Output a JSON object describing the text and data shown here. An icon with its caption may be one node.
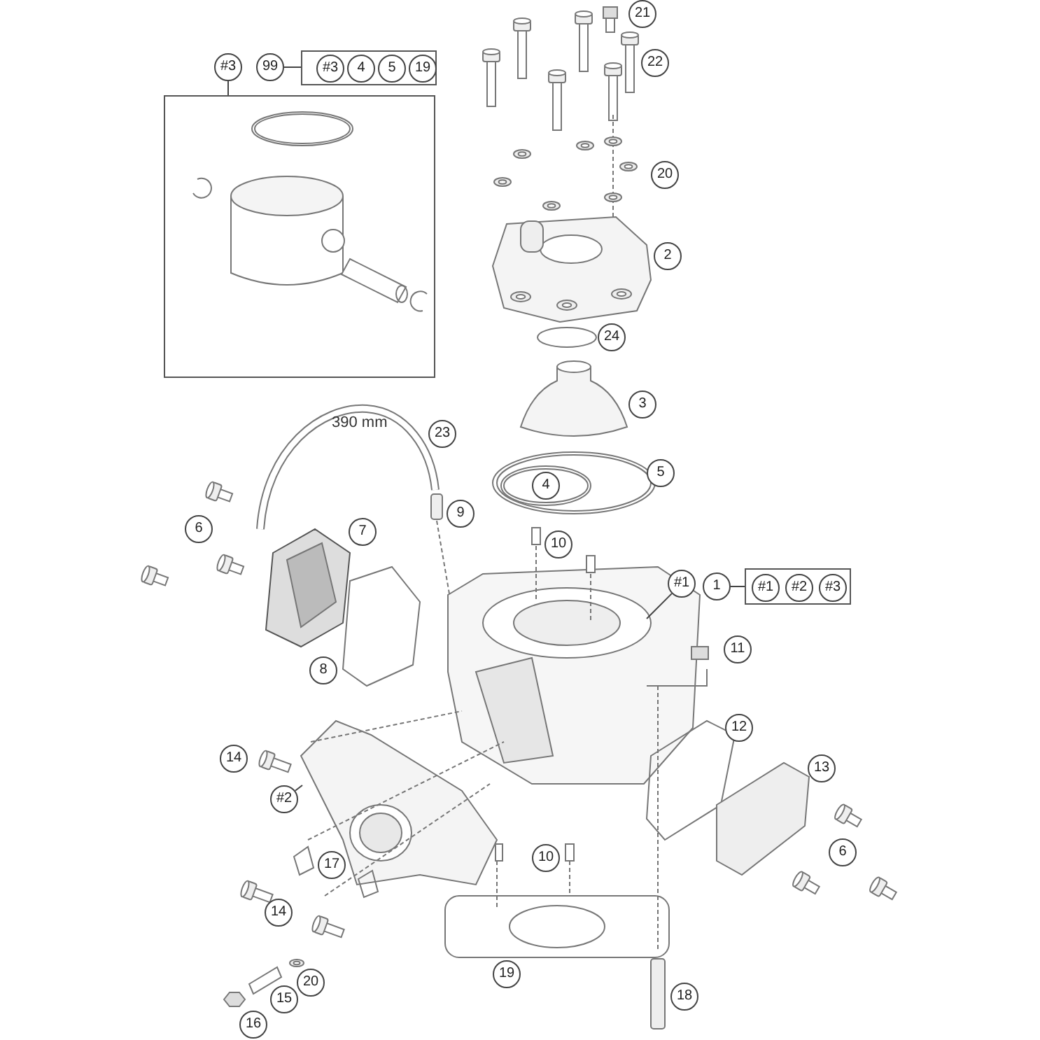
{
  "diagram": {
    "nodes": [
      {
        "text": [
          "#3"
        ]
      },
      {
        "text": [
          "99"
        ]
      },
      {
        "text": [],
        "shape": "box"
      },
      {
        "text": [
          "#3"
        ],
        "in": 2
      },
      {
        "text": [
          "4"
        ],
        "in": 2
      },
      {
        "text": [
          "5"
        ],
        "in": 2
      },
      {
        "text": [
          "19"
        ],
        "in": 2
      },
      {
        "text": [
          "21"
        ]
      },
      {
        "text": [
          "22"
        ]
      },
      {
        "text": [],
        "shape": "box"
      },
      {
        "text": [
          "20"
        ]
      },
      {
        "text": [
          "2"
        ]
      },
      {
        "text": [
          "24"
        ]
      },
      {
        "text": [
          "3"
        ]
      },
      {
        "text": [
          "23"
        ]
      },
      {
        "text": [
          "5"
        ]
      },
      {
        "text": [
          "4"
        ]
      },
      {
        "text": [
          "6"
        ]
      },
      {
        "text": [
          "7"
        ]
      },
      {
        "text": [
          "9"
        ]
      },
      {
        "text": [
          "10"
        ]
      },
      {
        "text": [
          "#1"
        ]
      },
      {
        "text": [
          "1"
        ]
      },
      {
        "text": [],
        "shape": "box"
      },
      {
        "text": [
          "#1"
        ],
        "in": 23
      },
      {
        "text": [
          "#2"
        ],
        "in": 23
      },
      {
        "text": [
          "#3"
        ],
        "in": 23
      },
      {
        "text": [
          "8"
        ]
      },
      {
        "text": [
          "11"
        ]
      },
      {
        "text": [
          "12"
        ]
      },
      {
        "text": [
          "14"
        ]
      },
      {
        "text": [
          "13"
        ]
      },
      {
        "text": [
          "#2"
        ]
      },
      {
        "text": [
          "17"
        ]
      },
      {
        "text": [
          "6"
        ]
      },
      {
        "text": [
          "10"
        ]
      },
      {
        "text": [
          "14"
        ]
      },
      {
        "text": [
          "19"
        ]
      },
      {
        "text": [
          "20"
        ]
      },
      {
        "text": [
          "15"
        ]
      },
      {
        "text": [
          "18"
        ]
      },
      {
        "text": [
          "16"
        ]
      }
    ],
    "edges": [
      {
        "from": 0,
        "to": 9,
        "arrow": "none"
      },
      {
        "from": 1,
        "to": 2,
        "arrow": "none"
      },
      {
        "from": 22,
        "to": 23,
        "arrow": "none"
      },
      {
        "from": 21,
        "to": null,
        "arrow": "none"
      },
      {
        "from": 32,
        "to": null,
        "arrow": "none"
      }
    ],
    "labels": [
      "390 mm"
    ]
  }
}
